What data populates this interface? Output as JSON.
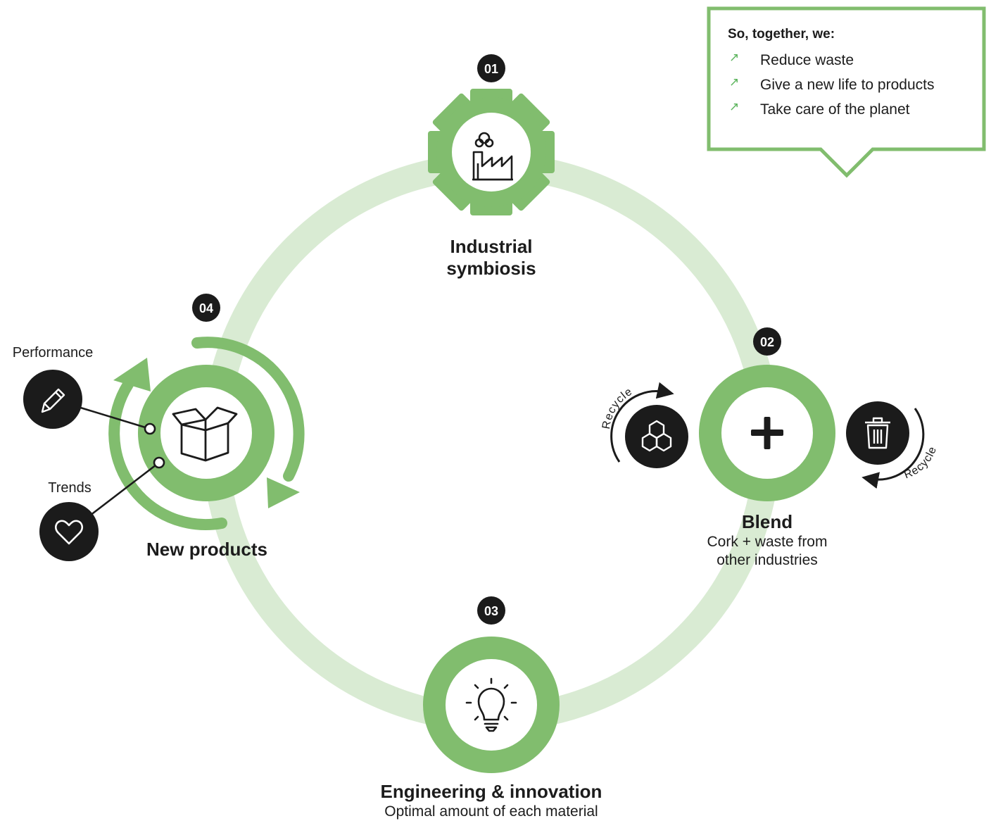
{
  "colors": {
    "accent": "#81bd6e",
    "ring": "#d9ebd3",
    "dark": "#1b1b1b",
    "arrow_check": "#59b35a"
  },
  "callout": {
    "heading": "So, together, we:",
    "items": [
      "Reduce waste",
      "Give a new life to products",
      "Take care of the planet"
    ],
    "bullet_icon": "arrow-up-right-icon"
  },
  "steps": [
    {
      "number": "01",
      "title_line1": "Industrial",
      "title_line2": "symbiosis",
      "icon": "factory-icon"
    },
    {
      "number": "02",
      "title": "Blend",
      "subtitle_line1": "Cork + waste from",
      "subtitle_line2": "other industries",
      "icon": "plus-icon"
    },
    {
      "number": "03",
      "title": "Engineering & innovation",
      "subtitle": "Optimal amount of each material",
      "icon": "lightbulb-icon"
    },
    {
      "number": "04",
      "title": "New products",
      "icon": "open-box-icon"
    }
  ],
  "blend_satellites": [
    {
      "label": "Recycle",
      "icon": "honeycomb-icon"
    },
    {
      "label": "Recycle",
      "icon": "trash-can-icon"
    }
  ],
  "product_attributes": [
    {
      "label": "Performance",
      "icon": "pencil-icon"
    },
    {
      "label": "Trends",
      "icon": "heart-icon"
    }
  ]
}
